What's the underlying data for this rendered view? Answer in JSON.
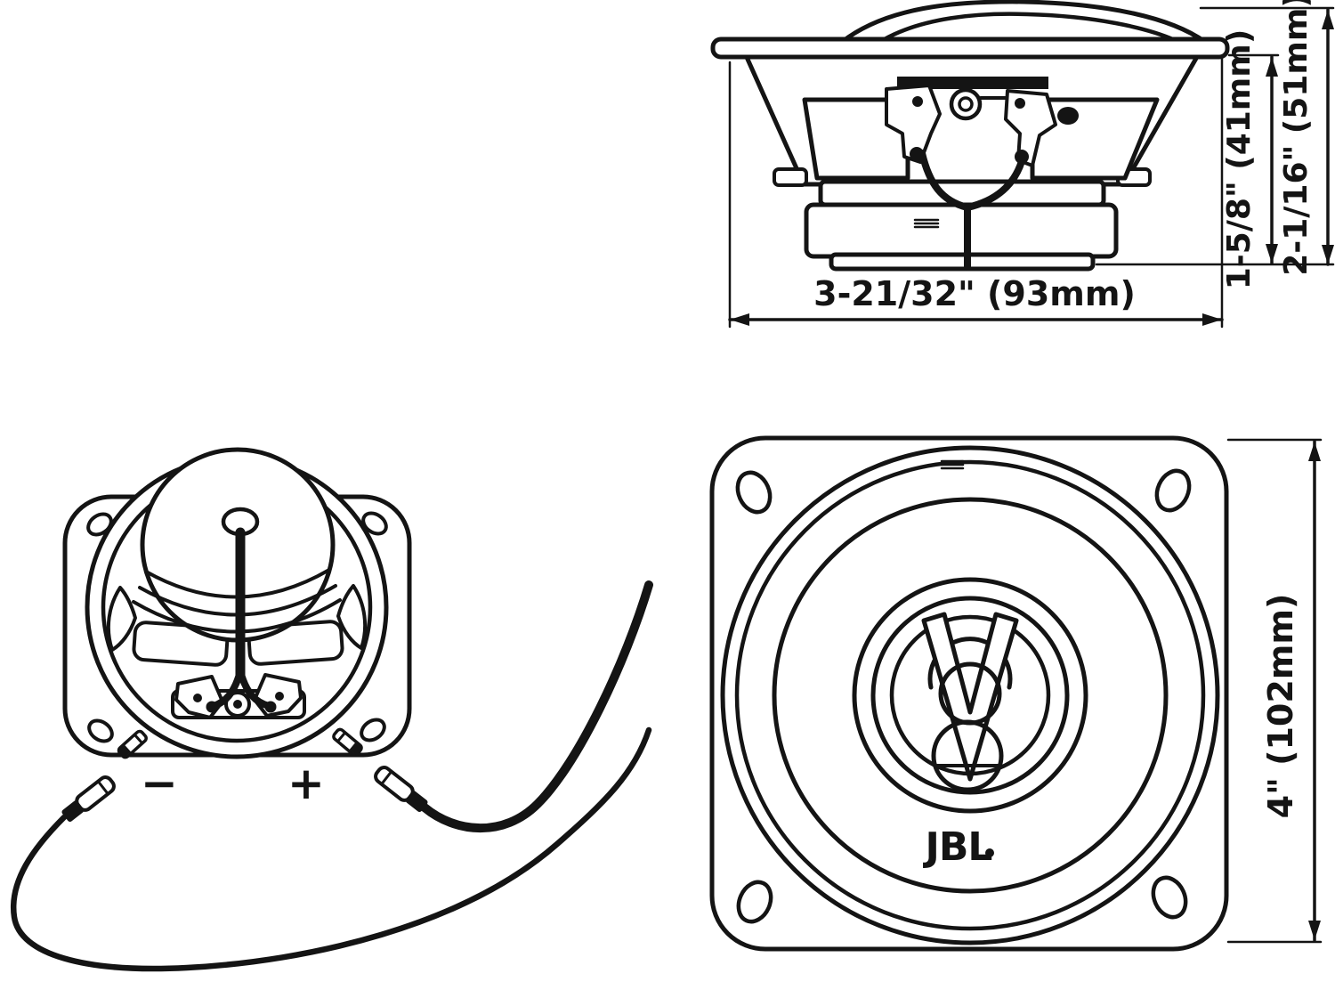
{
  "document": {
    "type": "speaker-dimension-diagram",
    "colors": {
      "ink": "#141414",
      "background": "#ffffff"
    }
  },
  "side_view": {
    "width_dimension": "3-21/32\" (93mm)",
    "mounting_depth_dimension": "1-5/8\" (41mm)",
    "overall_depth_dimension": "2-1/16\" (51mm)"
  },
  "rear_view": {
    "negative_terminal": "−",
    "positive_terminal": "+"
  },
  "front_view": {
    "brand": "JBL",
    "size_dimension": "4\" (102mm)"
  }
}
